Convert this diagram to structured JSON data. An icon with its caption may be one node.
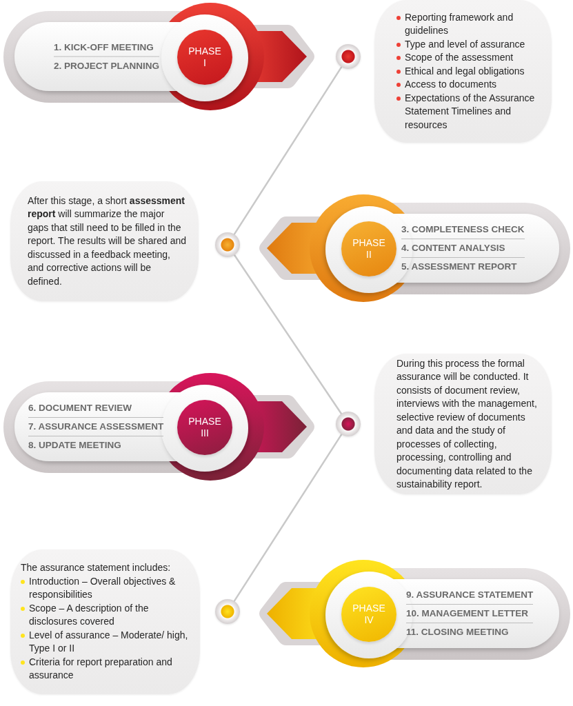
{
  "diagram": {
    "nodes": [
      {
        "text": [
          "1. KICK-OFF MEETING",
          "2. PROJECT PLANNING"
        ]
      },
      {
        "text": [
          "PHASE I"
        ],
        "in": 0
      },
      {
        "text": [],
        "shape": "circle"
      },
      {
        "text": [
          "Reporting framework and guidelines",
          "Type and level of assurance",
          "Scope of the assessment",
          "Ethical and legal obligations",
          "Access to documents",
          "Expectations of the Assurance Statement Timelines and resources"
        ]
      },
      {
        "text": [
          "After this stage, a short **assessment report** will summarize the major gaps that still need to be filled in the report. The results will be shared and discussed in a feedback meeting, and corrective actions will be defined."
        ]
      },
      {
        "text": [],
        "shape": "circle"
      },
      {
        "text": [
          "3. COMPLETENESS CHECK",
          "4. CONTENT ANALYSIS",
          "5. ASSESSMENT REPORT"
        ]
      },
      {
        "text": [
          "PHASE II"
        ],
        "in": 6
      },
      {
        "text": [
          "6. DOCUMENT REVIEW",
          "7. ASSURANCE ASSESSMENT",
          "8. UPDATE MEETING"
        ]
      },
      {
        "text": [
          "PHASE III"
        ],
        "in": 8
      },
      {
        "text": [],
        "shape": "circle"
      },
      {
        "text": [
          "During this process the formal assurance will be conducted. It consists of document review, interviews with the management, selective review of documents and data and the study of processes of collecting, processing, controlling and documenting data related to the sustainability report."
        ]
      },
      {
        "text": [
          "The assurance statement includes:",
          "Introduction – Overall objectives & responsibilities",
          "Scope – A description of the disclosures covered",
          "Level of assurance – Moderate/ high, Type I or II",
          "Criteria for report preparation and assurance"
        ]
      },
      {
        "text": [],
        "shape": "circle"
      },
      {
        "text": [
          "9. ASSURANCE STATEMENT",
          "10. MANAGEMENT LETTER",
          "11. CLOSING MEETING"
        ]
      },
      {
        "text": [
          "PHASE IV"
        ],
        "in": 14
      }
    ],
    "edges": [
      {
        "from": 2,
        "to": 5,
        "arrow": "none"
      },
      {
        "from": 5,
        "to": 10,
        "arrow": "none"
      },
      {
        "from": 10,
        "to": 13,
        "arrow": "none"
      }
    ]
  }
}
